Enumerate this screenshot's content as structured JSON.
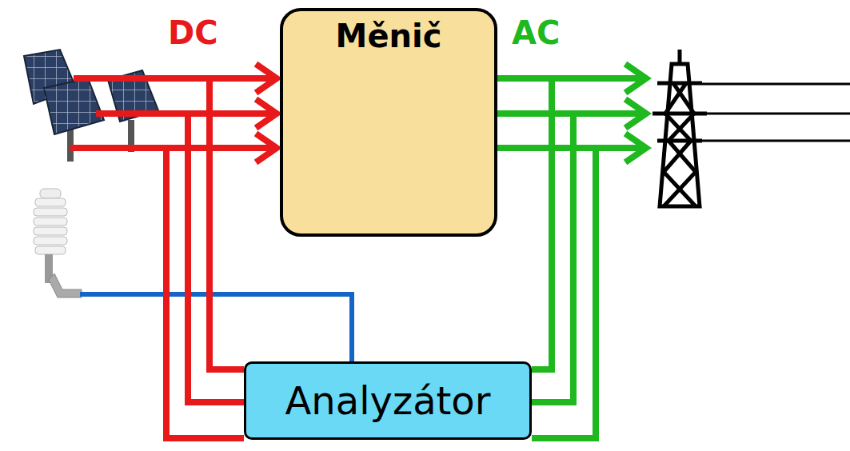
{
  "diagram": {
    "nodes": [
      {
        "text": [
          "Měnič"
        ]
      },
      {
        "text": [
          "Analyzátor"
        ]
      }
    ],
    "edges": [
      {
        "from": 0,
        "to": 1,
        "arrow": "none"
      },
      {
        "from": 0,
        "to": 1,
        "arrow": "none"
      },
      {
        "from": 0,
        "to": 1,
        "arrow": "none"
      }
    ],
    "labels": [
      "DC",
      "AC"
    ]
  }
}
